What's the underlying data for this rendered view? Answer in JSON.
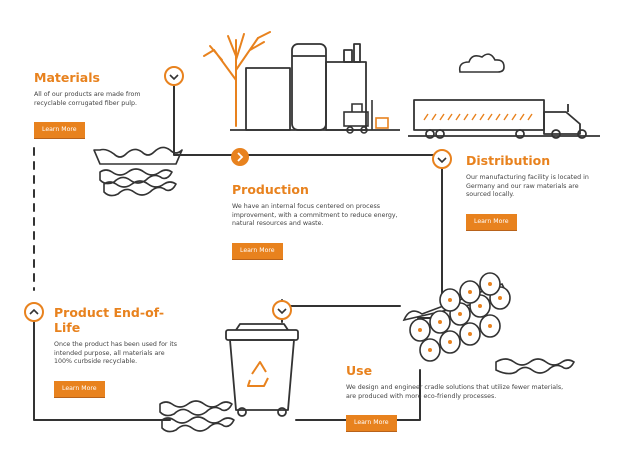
{
  "colors": {
    "accent": "#e8821e",
    "line": "#333333",
    "text": "#444444"
  },
  "stages": {
    "materials": {
      "title": "Materials",
      "desc": "All of our products are made from recyclable corrugated fiber pulp.",
      "button": "Learn More",
      "node_icon": "chevron-down-icon"
    },
    "production": {
      "title": "Production",
      "desc": "We have an internal focus centered on process improvement, with a commitment to reduce energy, natural resources and waste.",
      "button": "Learn More",
      "node_icon": "chevron-right-icon"
    },
    "distribution": {
      "title": "Distribution",
      "desc": "Our manufacturing facility is located in Germany and our raw materials are sourced locally.",
      "button": "Learn More",
      "node_icon": "chevron-down-icon"
    },
    "use": {
      "title": "Use",
      "desc": "We design and engineer cradle solutions that utilize fewer materials, are produced with more eco-friendly processes.",
      "button": "Learn More",
      "node_icon": "chevron-down-icon"
    },
    "end_of_life": {
      "title": "Product End-of-Life",
      "desc": "Once the product has been used for its intended purpose, all materials are 100% curbside recyclable.",
      "button": "Learn More",
      "node_icon": "chevron-up-icon"
    }
  },
  "illustrations": [
    "tree-icon",
    "factory-icon",
    "forklift-icon",
    "truck-icon",
    "cloud-icon",
    "cradle-icon",
    "pipe-stack-icon",
    "recycle-bin-icon",
    "recycle-icon"
  ]
}
